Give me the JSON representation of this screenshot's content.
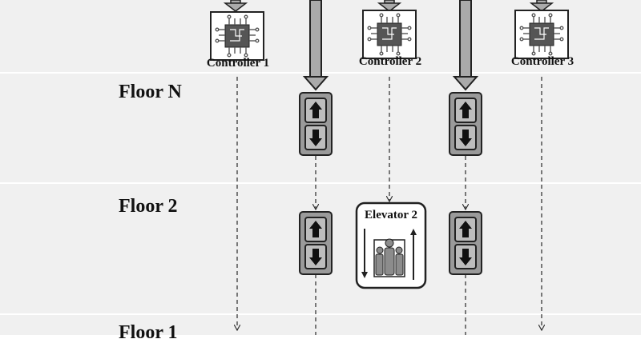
{
  "colors": {
    "band_background": "#f0f0f0",
    "shaft_gray": "#aaaaaa",
    "panel_gray": "#9a9a9a",
    "button_gray": "#bdbdbd",
    "line_dark": "#222222",
    "chip_dark": "#555555"
  },
  "icons": [
    "chip-icon",
    "up-arrow-icon",
    "down-arrow-icon",
    "passengers-icon"
  ],
  "controllers": [
    {
      "label": "Controller 1"
    },
    {
      "label": "Controller 2"
    },
    {
      "label": "Controller 3"
    }
  ],
  "floors": [
    {
      "label": "Floor N"
    },
    {
      "label": "Floor 2"
    },
    {
      "label": "Floor 1"
    }
  ],
  "elevator": {
    "label": "Elevator 2"
  }
}
